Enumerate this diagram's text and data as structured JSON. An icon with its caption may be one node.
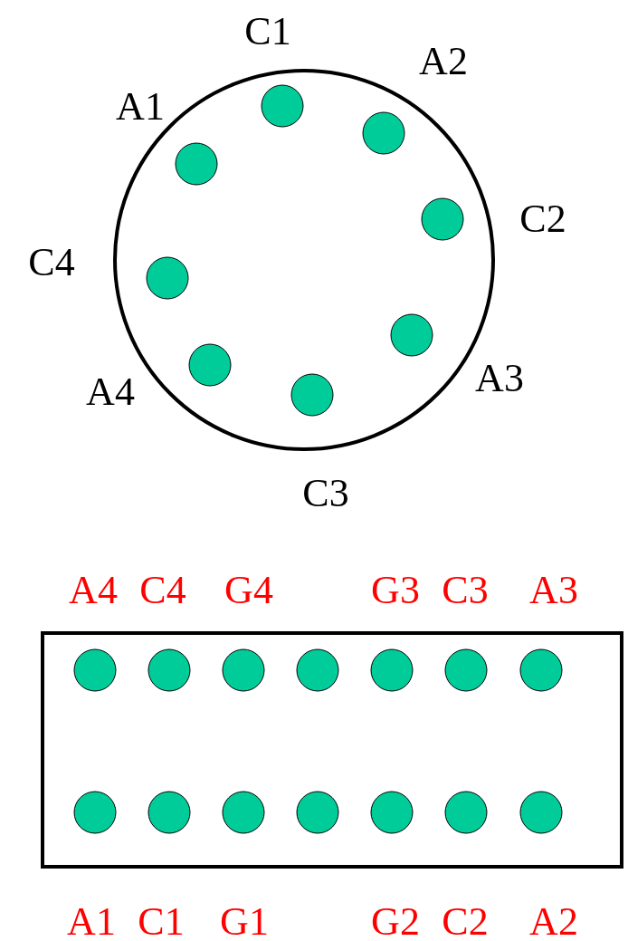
{
  "diagram": {
    "labels": [
      "C1",
      "A2",
      "A1",
      "C2",
      "C4",
      "A3",
      "A4",
      "C3",
      "A4",
      "C4",
      "G4",
      "G3",
      "C3",
      "A3",
      "A1",
      "C1",
      "G1",
      "G2",
      "C2",
      "A2"
    ]
  }
}
